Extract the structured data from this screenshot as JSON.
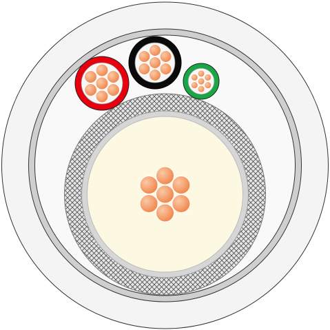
{
  "diagram": {
    "kind": "cable-cross-section",
    "colors": {
      "outer_jacket": "#f4f4f4",
      "jacket_outline": "#333333",
      "inner_sheath_band": "#cfcfcf",
      "inner_core_area": "#f9f9f9",
      "braid_background": "#e6e6e6",
      "braid_lines": "#555555",
      "core_insulation_ring": "#d6d6d6",
      "core_dielectric": "#fdf8e1",
      "strand_fill_light": "#fbc9a6",
      "strand_fill_dark": "#f0844a",
      "strand_outline": "#ffffff",
      "red_conductor_insulation": "#e8000f",
      "black_conductor_insulation": "#0a0a0a",
      "green_conductor_insulation": "#16a845"
    },
    "components": [
      {
        "name": "outer-jacket"
      },
      {
        "name": "inner-sheath"
      },
      {
        "name": "braid-shield"
      },
      {
        "name": "center-conductor",
        "strand_count": 7
      },
      {
        "name": "red-conductor",
        "strand_count": 7
      },
      {
        "name": "black-conductor",
        "strand_count": 7
      },
      {
        "name": "green-conductor",
        "strand_count": 7
      }
    ]
  }
}
